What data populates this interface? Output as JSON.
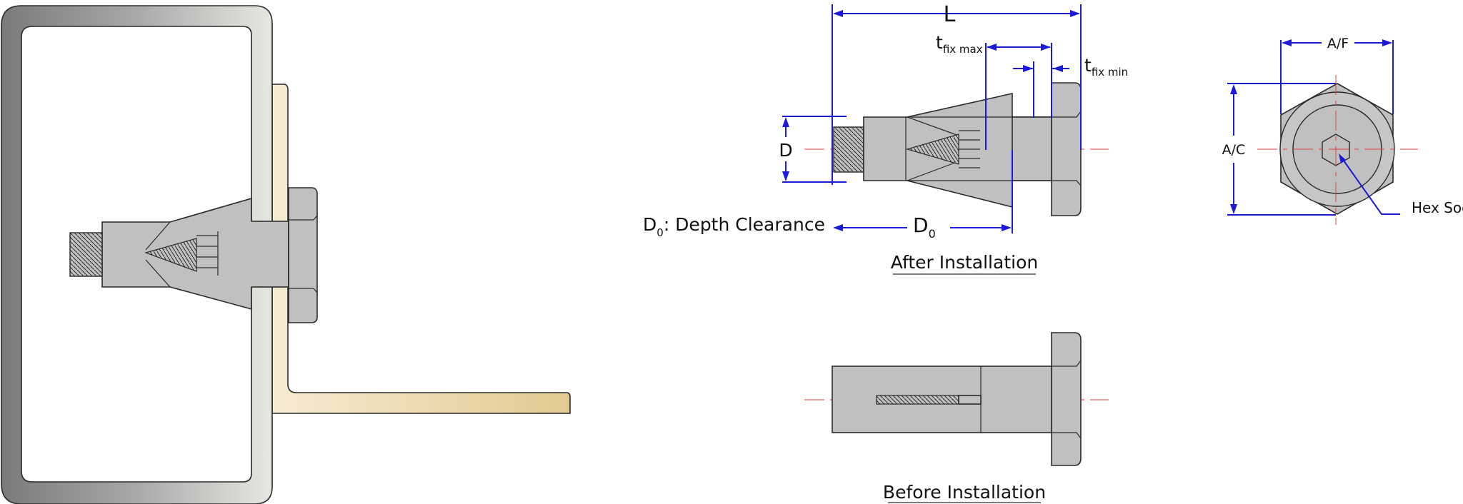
{
  "labels": {
    "L": "L",
    "t": "t",
    "fix_max": "fix max",
    "fix_min": "fix min",
    "D": "D",
    "D0_main": "D",
    "D0_sub": "0",
    "depth_main": "D",
    "depth_sub": "0",
    "depth_text": ": Depth Clearance",
    "af": "A/F",
    "ac": "A/C",
    "hex_socket": "Hex Socket",
    "after": "After Installation",
    "before": "Before Installation"
  },
  "colors": {
    "dimension": "#1a1ad8",
    "centerline": "#e23b3b",
    "steel": "#c0c0c0",
    "bracket": "#e6cf9e",
    "outline": "#2a2a2a"
  }
}
